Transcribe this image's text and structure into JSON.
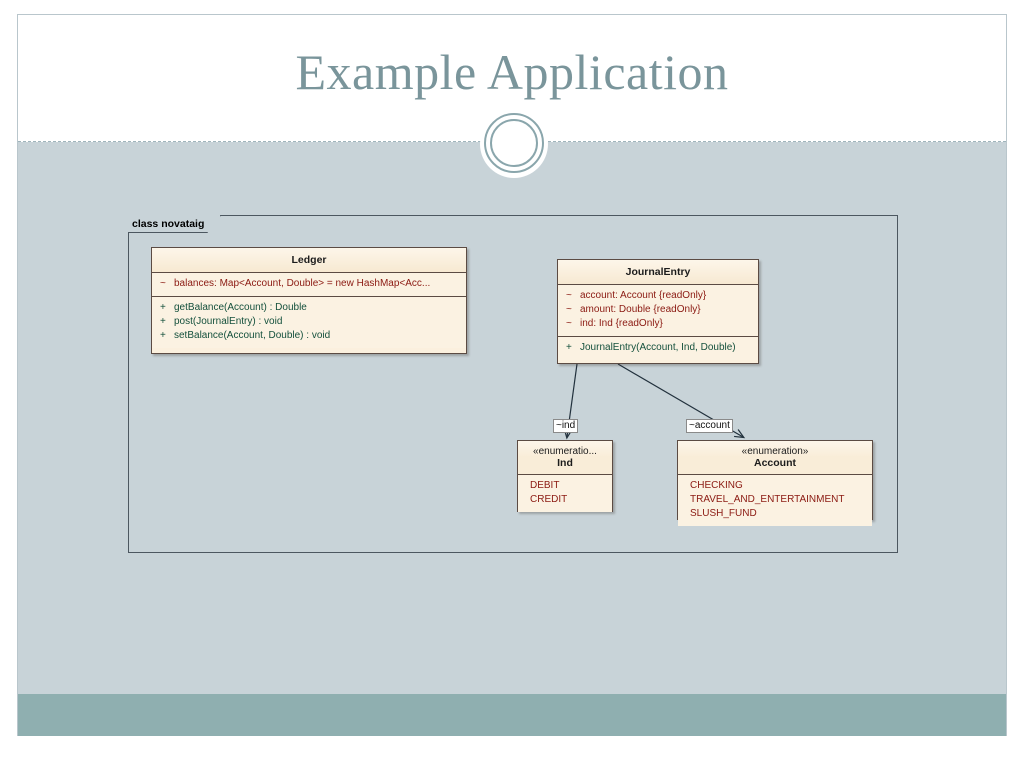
{
  "slide": {
    "title": "Example Application",
    "title_color": "#7a959b",
    "body_bg": "#c8d3d8",
    "footer_bg": "#8fafb0",
    "box_fill": "#fbf0de",
    "attribute_color": "#8b1a12",
    "operation_color": "#14503c"
  },
  "diagram": {
    "frame_label": "class novataig",
    "classes": {
      "ledger": {
        "name": "Ledger",
        "attributes": [
          {
            "visibility": "~",
            "text": "balances:  Map<Account, Double> = new HashMap<Acc..."
          }
        ],
        "operations": [
          {
            "visibility": "+",
            "text": "getBalance(Account) : Double"
          },
          {
            "visibility": "+",
            "text": "post(JournalEntry) : void"
          },
          {
            "visibility": "+",
            "text": "setBalance(Account, Double) : void"
          }
        ]
      },
      "journal_entry": {
        "name": "JournalEntry",
        "attributes": [
          {
            "visibility": "~",
            "text": "account:  Account {readOnly}"
          },
          {
            "visibility": "~",
            "text": "amount:  Double {readOnly}"
          },
          {
            "visibility": "~",
            "text": "ind:  Ind {readOnly}"
          }
        ],
        "operations": [
          {
            "visibility": "+",
            "text": "JournalEntry(Account, Ind, Double)"
          }
        ]
      },
      "ind": {
        "stereotype": "«enumeratio...",
        "name": "Ind",
        "literals": [
          "DEBIT",
          "CREDIT"
        ]
      },
      "account": {
        "stereotype": "«enumeration»",
        "name": "Account",
        "literals": [
          "CHECKING",
          "TRAVEL_AND_ENTERTAINMENT",
          "SLUSH_FUND"
        ]
      }
    },
    "associations": [
      {
        "label": "~ind",
        "from": "journal_entry",
        "to": "ind"
      },
      {
        "label": "~account",
        "from": "journal_entry",
        "to": "account"
      }
    ]
  }
}
